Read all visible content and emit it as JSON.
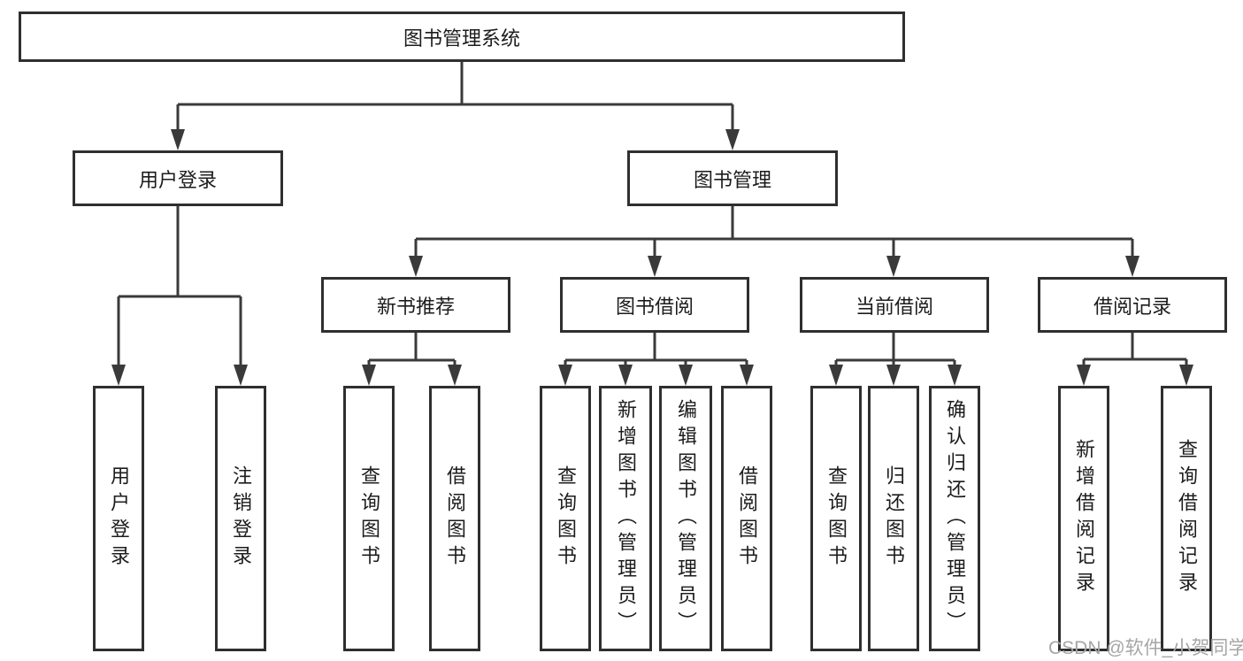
{
  "tree": {
    "label": "图书管理系统",
    "children": [
      {
        "label": "用户登录",
        "children": [
          {
            "label": "用户登录"
          },
          {
            "label": "注销登录"
          }
        ]
      },
      {
        "label": "图书管理",
        "children": [
          {
            "label": "新书推荐",
            "children": [
              {
                "label": "查询图书"
              },
              {
                "label": "借阅图书"
              }
            ]
          },
          {
            "label": "图书借阅",
            "children": [
              {
                "label": "查询图书"
              },
              {
                "label": "新增图书（管理员）"
              },
              {
                "label": "编辑图书（管理员）"
              },
              {
                "label": "借阅图书"
              }
            ]
          },
          {
            "label": "当前借阅",
            "children": [
              {
                "label": "查询图书"
              },
              {
                "label": "归还图书"
              },
              {
                "label": "确认归还（管理员）"
              }
            ]
          },
          {
            "label": "借阅记录",
            "children": [
              {
                "label": "新增借阅记录"
              },
              {
                "label": "查询借阅记录"
              }
            ]
          }
        ]
      }
    ]
  },
  "watermark": {
    "text": "CSDN @软件_小贺同学"
  },
  "colors": {
    "line": "#3a3a3a",
    "box_border": "#2f2f2f",
    "text": "#1c1c1c",
    "background": "#ffffff",
    "watermark": "#a6a6a6"
  }
}
